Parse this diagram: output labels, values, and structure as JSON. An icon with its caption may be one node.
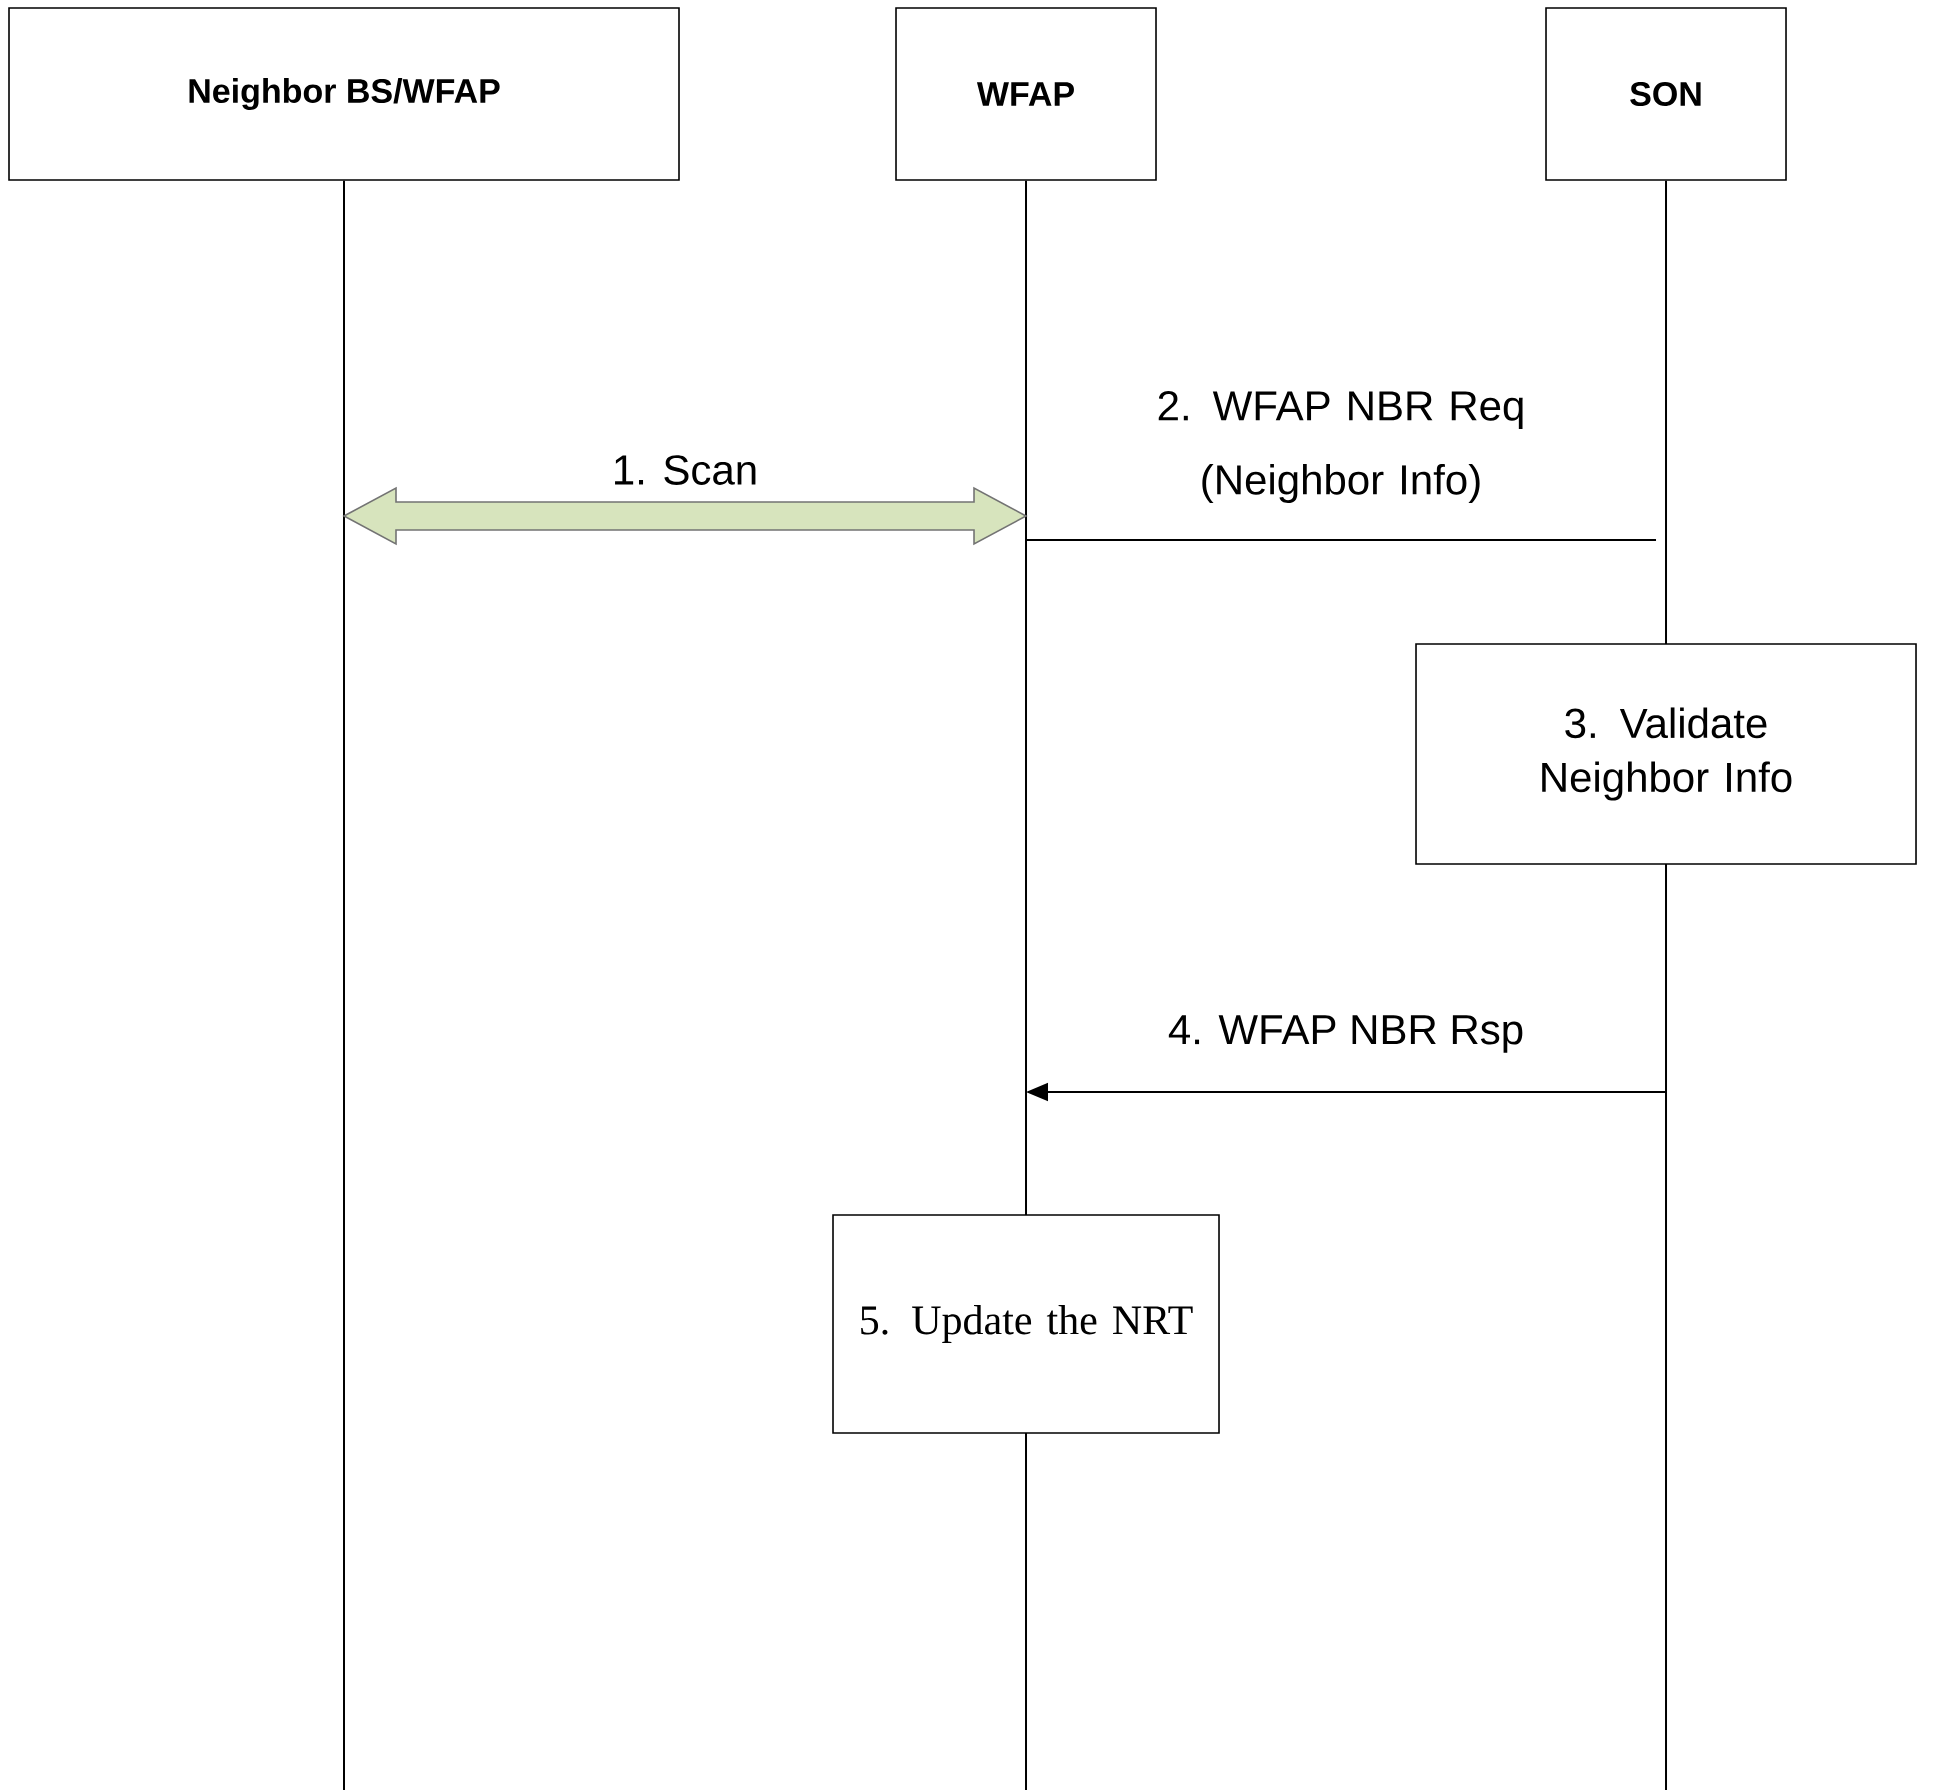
{
  "diagram": {
    "nodes": [
      {
        "text": [
          "Neighbor  BS/WFAP"
        ]
      },
      {
        "text": [
          "WFAP"
        ]
      },
      {
        "text": [
          "SON"
        ]
      },
      {
        "text": [
          "3. Validate Neighbor Info"
        ]
      },
      {
        "text": [
          "5.  Update  the  NRT"
        ]
      }
    ],
    "edges": [
      {
        "from": 0,
        "to": 1,
        "arrow": "both",
        "label": "1. Scan",
        "style": "thick",
        "color": "#d7e4bd"
      },
      {
        "from": 1,
        "to": 2,
        "arrow": "none",
        "label": "2. WFAP NBR Req (Neighbor Info)"
      },
      {
        "from": 2,
        "to": 1,
        "arrow": "to",
        "label": "4. WFAP NBR Rsp"
      }
    ]
  }
}
